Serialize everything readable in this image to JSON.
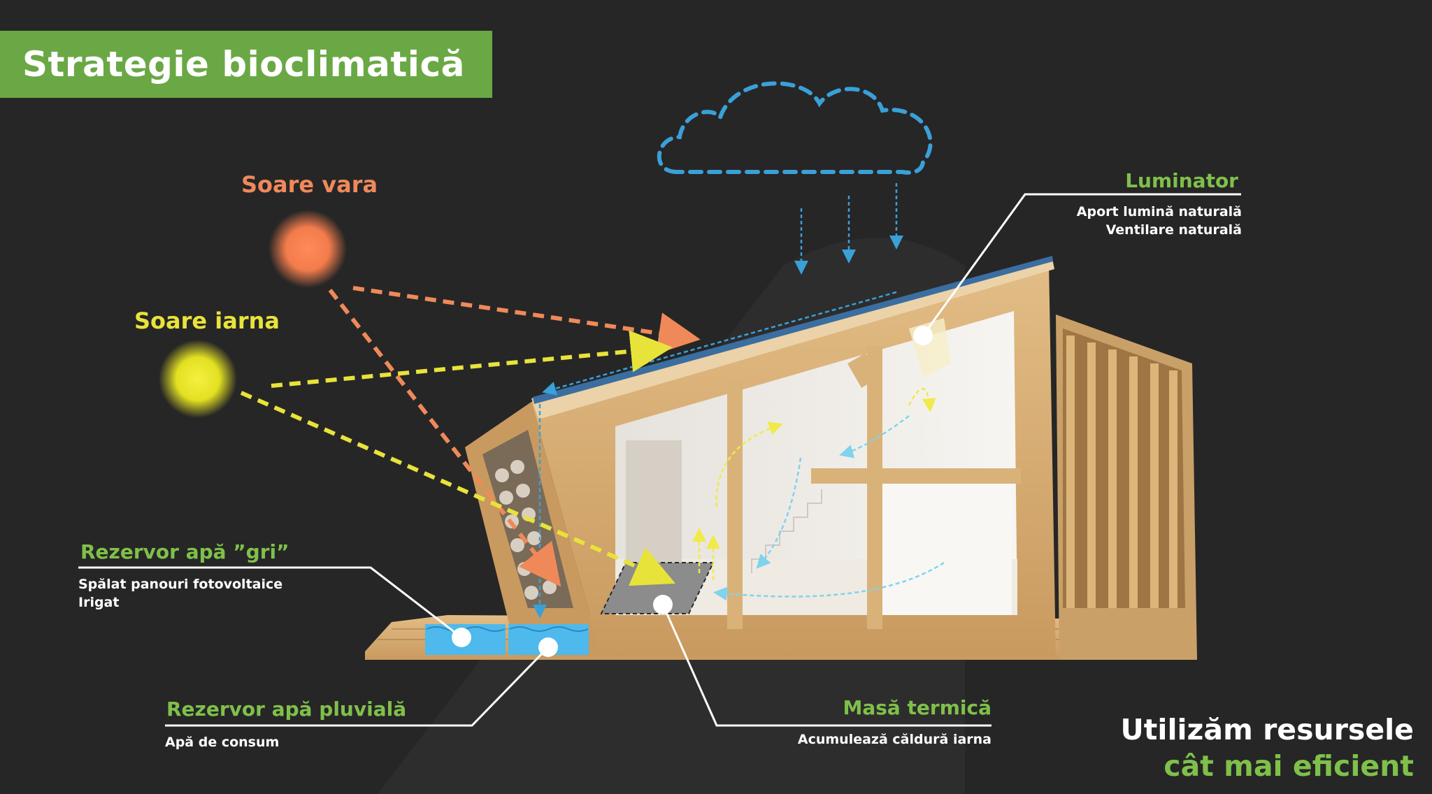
{
  "title": "Strategie bioclimatică",
  "labels": {
    "sun_summer": "Soare vara",
    "sun_winter": "Soare iarna",
    "skylight": {
      "title": "Luminator",
      "lines": [
        "Aport lumină naturală",
        "Ventilare naturală"
      ]
    },
    "grey_water": {
      "title": "Rezervor apă ”gri”",
      "lines": [
        "Spălat panouri fotovoltaice",
        "Irigat"
      ]
    },
    "rain_water": {
      "title": "Rezervor apă pluvială",
      "lines": [
        "Apă de consum"
      ]
    },
    "thermal_mass": {
      "title": "Masă termică",
      "lines": [
        "Acumulează căldură iarna"
      ]
    }
  },
  "slogan": {
    "line1": "Utilizăm resursele",
    "line2": "cât mai eficient"
  },
  "colors": {
    "background": "#262626",
    "title_bg": "#6aa845",
    "accent_green": "#7fc04a",
    "summer_sun": "#f0895a",
    "winter_sun": "#e8e33a",
    "rain": "#3aa0d8",
    "wood": "#d8b07a"
  }
}
